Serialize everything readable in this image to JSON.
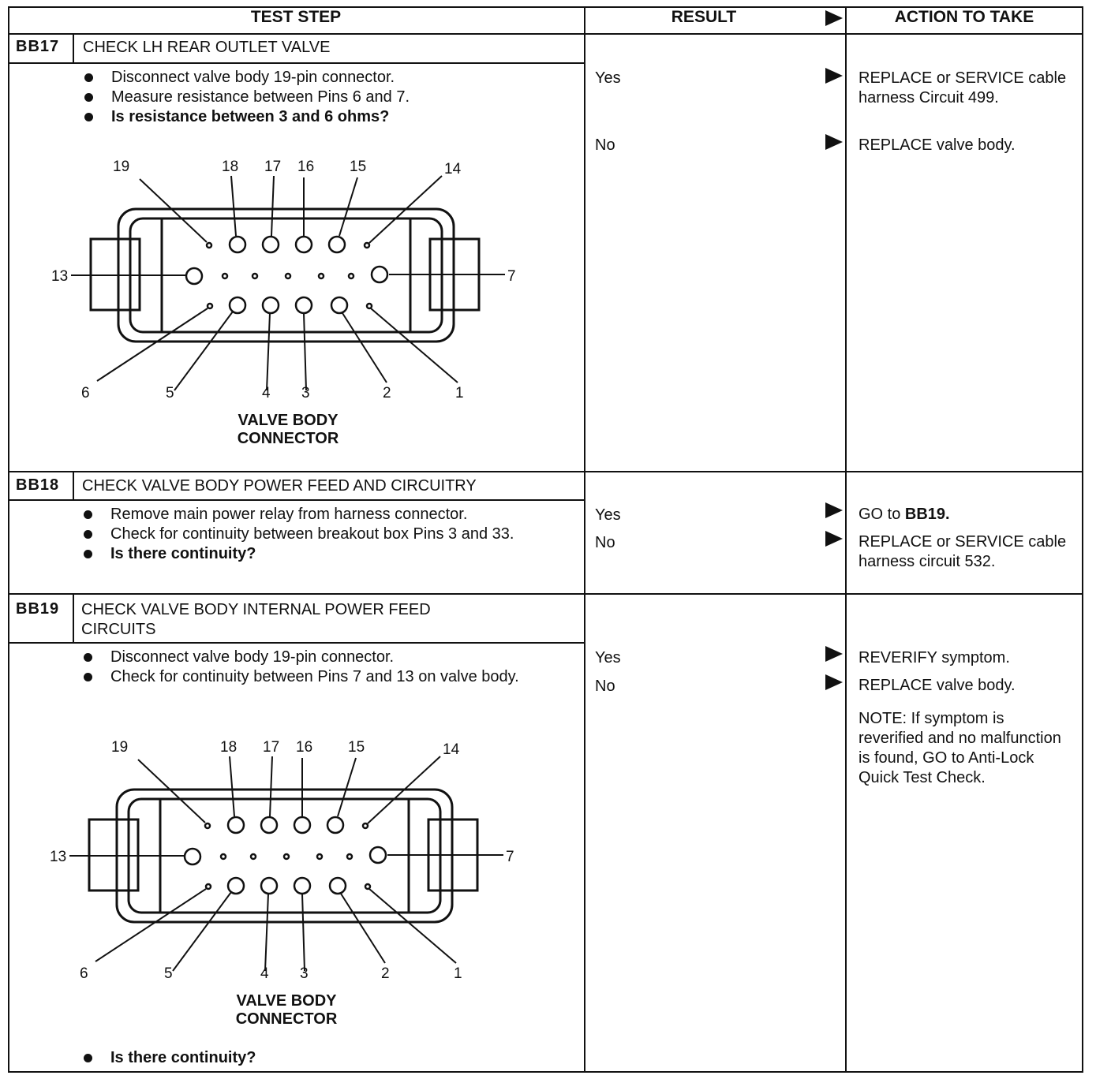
{
  "header": {
    "test_step": "TEST STEP",
    "result": "RESULT",
    "action": "ACTION TO TAKE"
  },
  "steps": [
    {
      "id": "BB17",
      "title": "CHECK LH REAR OUTLET VALVE",
      "bullets": [
        "Disconnect valve body 19-pin connector.",
        "Measure resistance between Pins 6 and 7.",
        "Is resistance between 3 and 6 ohms?"
      ],
      "results": [
        {
          "label": "Yes",
          "action": "REPLACE or SERVICE cable harness Circuit 499."
        },
        {
          "label": "No",
          "action": "REPLACE valve body."
        }
      ]
    },
    {
      "id": "BB18",
      "title": "CHECK VALVE BODY POWER FEED AND CIRCUITRY",
      "bullets": [
        "Remove main power relay from harness connector.",
        "Check for continuity between breakout box Pins 3 and 33.",
        "Is there continuity?"
      ],
      "results": [
        {
          "label": "Yes",
          "action_prefix": "GO to ",
          "action_bold": "BB19."
        },
        {
          "label": "No",
          "action": "REPLACE or SERVICE cable harness circuit 532."
        }
      ]
    },
    {
      "id": "BB19",
      "title": "CHECK VALVE BODY INTERNAL POWER FEED CIRCUITS",
      "bullets": [
        "Disconnect valve body 19-pin connector.",
        "Check for continuity between Pins 7 and 13 on valve body.",
        "Is there continuity?"
      ],
      "results": [
        {
          "label": "Yes",
          "action": "REVERIFY symptom."
        },
        {
          "label": "No",
          "action": "REPLACE valve body."
        }
      ],
      "note": "NOTE: If symptom is reverified and no malfunction is found, GO to Anti-Lock Quick Test Check."
    }
  ],
  "connector": {
    "caption_line1": "VALVE BODY",
    "caption_line2": "CONNECTOR",
    "pin_labels": [
      "19",
      "18",
      "17",
      "16",
      "15",
      "14",
      "13",
      "7",
      "6",
      "5",
      "4",
      "3",
      "2",
      "1"
    ]
  }
}
